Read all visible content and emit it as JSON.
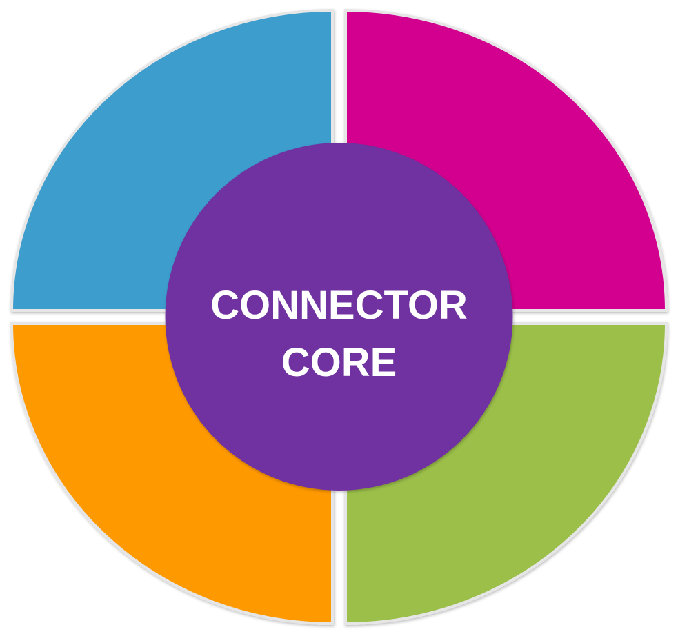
{
  "diagram": {
    "center": {
      "lines": [
        "CONNECTOR",
        "CORE"
      ],
      "color": "#7030a0",
      "text_color": "#ffffff"
    },
    "segments": [
      {
        "name": "top-left",
        "color": "#3c9dcd"
      },
      {
        "name": "top-right",
        "color": "#d3008f"
      },
      {
        "name": "bottom-left",
        "color": "#ff9900"
      },
      {
        "name": "bottom-right",
        "color": "#9bbf4a"
      }
    ],
    "border_color": "#e6e6e6"
  }
}
